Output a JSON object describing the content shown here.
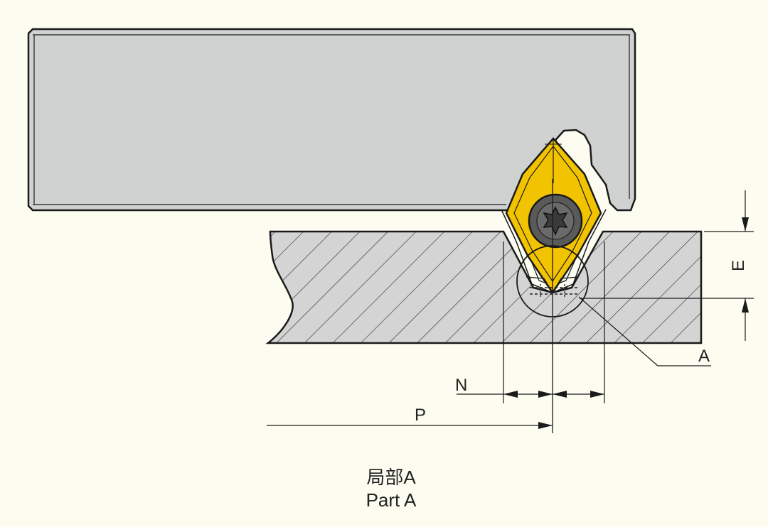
{
  "labels": {
    "E": "E",
    "A": "A",
    "N": "N",
    "P": "P"
  },
  "caption": {
    "line1": "局部A",
    "line2": "Part A"
  },
  "colors": {
    "background": "#fcfcf0",
    "holder_fill": "#d0d2d2",
    "workpiece_fill": "#d4d4d4",
    "insert_fill": "#f2c300",
    "screw_fill": "#5a5a5a",
    "line": "#1a1a1a"
  },
  "icons": {
    "screw": "torx-screw-icon"
  }
}
